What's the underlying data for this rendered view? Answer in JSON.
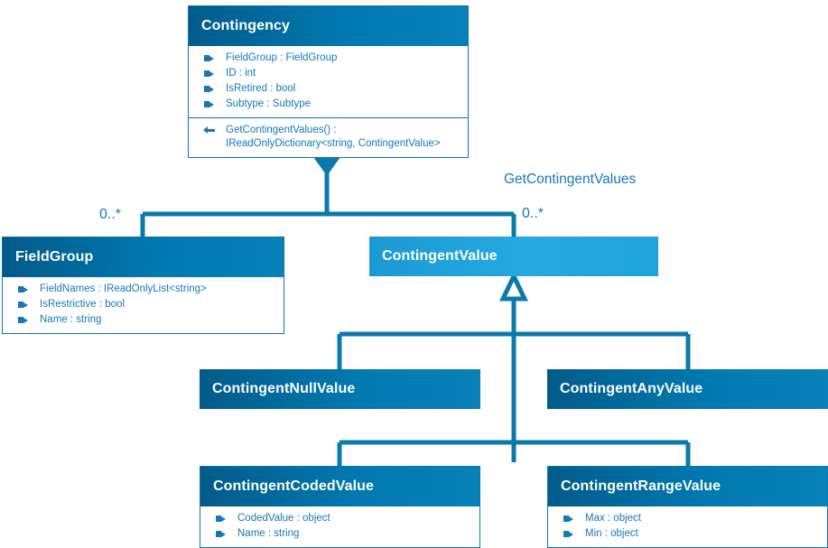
{
  "diagram": {
    "type": "uml-class-diagram",
    "colors": {
      "header_dark_left": "#015b8a",
      "header_dark_right": "#0880b8",
      "header_light_left": "#1a9ad4",
      "header_light_right": "#1fa3db",
      "connector": "#0b79ab",
      "member_text": "#1679b5",
      "title_text": "#ffffff",
      "background": "#ffffff"
    },
    "classes": [
      {
        "id": "contingency",
        "name": "Contingency",
        "header_style": "dark",
        "properties": [
          "FieldGroup : FieldGroup",
          "ID : int",
          "IsRetired : bool",
          "Subtype : Subtype"
        ],
        "methods": [
          {
            "line1": "GetContingentValues() :",
            "line2": "IReadOnlyDictionary<string, ContingentValue>"
          }
        ]
      },
      {
        "id": "fieldgroup",
        "name": "FieldGroup",
        "header_style": "dark",
        "properties": [
          "FieldNames : IReadOnlyList<string>",
          "IsRestrictive : bool",
          "Name : string"
        ],
        "methods": []
      },
      {
        "id": "contingentvalue",
        "name": "ContingentValue",
        "header_style": "light",
        "properties": [],
        "methods": []
      },
      {
        "id": "contingentnullvalue",
        "name": "ContingentNullValue",
        "header_style": "dark",
        "properties": [],
        "methods": []
      },
      {
        "id": "contingentanyvalue",
        "name": "ContingentAnyValue",
        "header_style": "dark",
        "properties": [],
        "methods": []
      },
      {
        "id": "contingentcodedvalue",
        "name": "ContingentCodedValue",
        "header_style": "dark",
        "properties": [
          "CodedValue : object",
          "Name : string"
        ],
        "methods": []
      },
      {
        "id": "contingentrangevalue",
        "name": "ContingentRangeValue",
        "header_style": "dark",
        "properties": [
          "Max : object",
          "Min : object"
        ],
        "methods": []
      }
    ],
    "edge_labels": {
      "association_name": "GetContingentValues",
      "multiplicity_left": "0..*",
      "multiplicity_right": "0..*"
    },
    "relationships": [
      {
        "kind": "composition",
        "from": "contingency",
        "to": "fieldgroup",
        "multiplicity": "0..*"
      },
      {
        "kind": "composition",
        "from": "contingency",
        "to": "contingentvalue",
        "multiplicity": "0..*",
        "name": "GetContingentValues"
      },
      {
        "kind": "generalization",
        "from": "contingentnullvalue",
        "to": "contingentvalue"
      },
      {
        "kind": "generalization",
        "from": "contingentanyvalue",
        "to": "contingentvalue"
      },
      {
        "kind": "generalization",
        "from": "contingentcodedvalue",
        "to": "contingentvalue"
      },
      {
        "kind": "generalization",
        "from": "contingentrangevalue",
        "to": "contingentvalue"
      }
    ]
  }
}
